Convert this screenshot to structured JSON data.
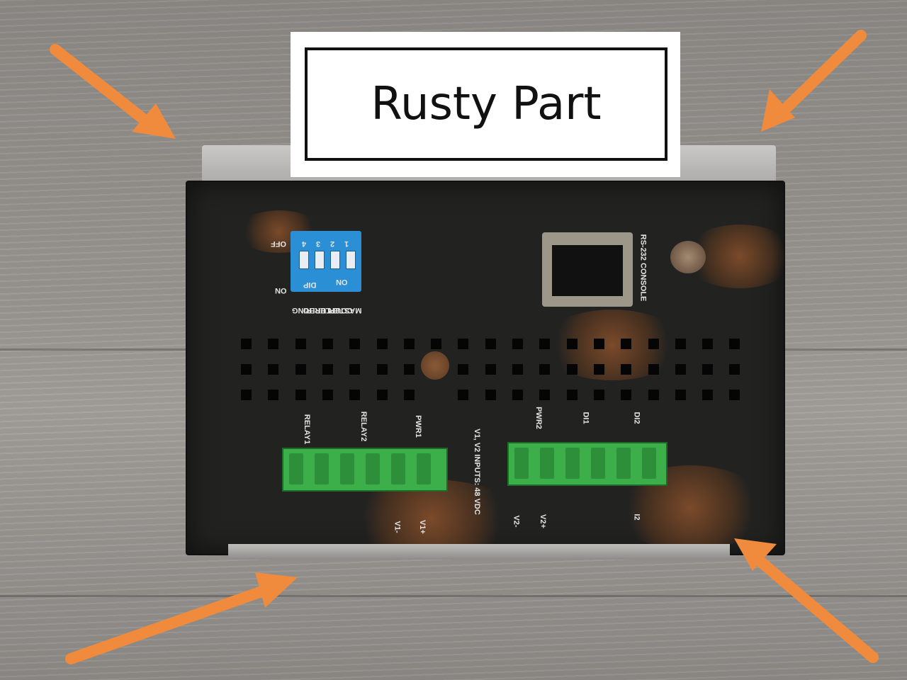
{
  "label": {
    "text": "Rusty Part"
  },
  "device": {
    "dip_labels": [
      "OFF",
      "ON",
      "DIP",
      "ON",
      "4",
      "3",
      "2",
      "1"
    ],
    "dip_functions": [
      "RING",
      "TURBO",
      "COUPLER",
      "MASTER"
    ],
    "console_label": "RS-232 CONSOLE",
    "relay_labels": [
      "RELAY1",
      "RELAY2",
      "PWR1",
      "PWR2",
      "DI1",
      "DI2"
    ],
    "input_label": "V1, V2 INPUTS: 48 VDC",
    "bottom_labels": [
      "V1-",
      "V1+",
      "V2-",
      "V2+",
      "I2"
    ]
  },
  "arrows": {
    "color": "#f08a3c"
  }
}
